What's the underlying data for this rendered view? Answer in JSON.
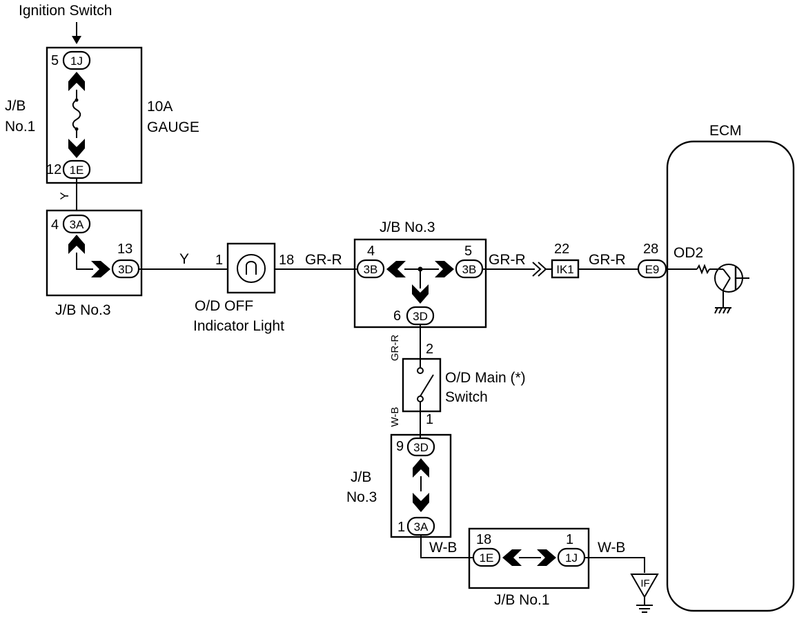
{
  "labels": {
    "ignition_switch": "Ignition Switch",
    "jb_no1_left_line1": "J/B",
    "jb_no1_left_line2": "No.1",
    "fuse_line1": "10A",
    "fuse_line2": "GAUGE",
    "ecm": "ECM",
    "jb_no3_upper_left": "J/B No.3",
    "jb_no3_center": "J/B No.3",
    "indicator_line1": "O/D OFF",
    "indicator_line2": "Indicator Light",
    "switch_line1": "O/D Main (*)",
    "switch_line2": "Switch",
    "jb_no3_lower_line1": "J/B",
    "jb_no3_lower_line2": "No.3",
    "jb_no1_bottom": "J/B No.1",
    "od2": "OD2"
  },
  "wire_colors": {
    "y_vertical": "Y",
    "y_horizontal": "Y",
    "grr_1": "GR-R",
    "grr_2": "GR-R",
    "grr_3": "GR-R",
    "grr_vertical": "GR-R",
    "wb_vertical": "W-B",
    "wb_bottom_left": "W-B",
    "wb_bottom_right": "W-B"
  },
  "connectors": {
    "c1J_top": "1J",
    "c1E_top": "1E",
    "c3A_top": "3A",
    "c3D_left": "3D",
    "c3B_left": "3B",
    "c3B_right": "3B",
    "c3D_center": "3D",
    "cIK1": "IK1",
    "cE9": "E9",
    "c3D_lower": "3D",
    "c3A_lower": "3A",
    "c1E_bottom": "1E",
    "c1J_bottom": "1J",
    "ground_IF": "IF"
  },
  "pins": {
    "p5": "5",
    "p12": "12",
    "p4_left": "4",
    "p13": "13",
    "p1_light": "1",
    "p18_light": "18",
    "p4_center": "4",
    "p5_center": "5",
    "p6": "6",
    "p2": "2",
    "p1_switch": "1",
    "p9": "9",
    "p1_lower": "1",
    "p22": "22",
    "p28": "28",
    "p18_bottom": "18",
    "p1_bottom": "1"
  }
}
